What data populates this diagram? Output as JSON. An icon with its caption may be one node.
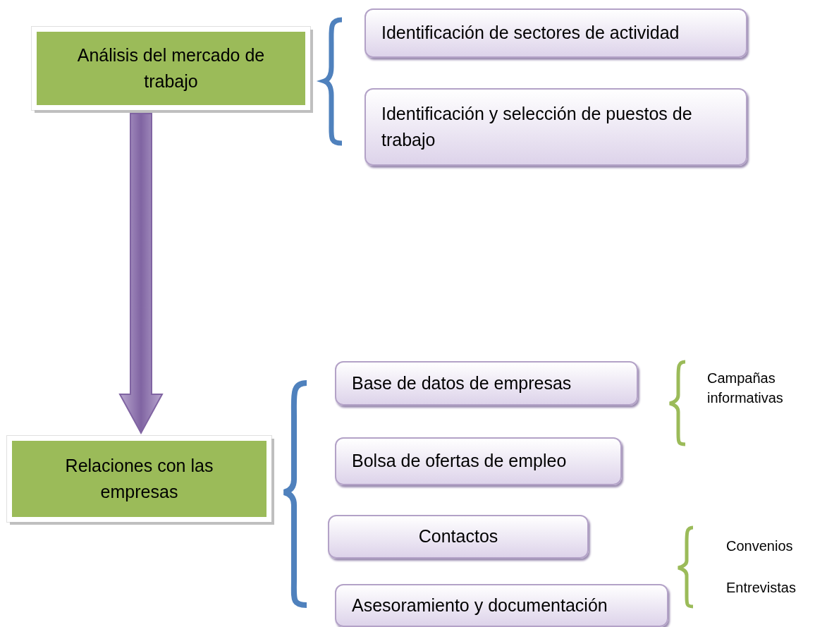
{
  "diagram": {
    "nodes": [
      {
        "text": [
          "Análisis del mercado de trabajo"
        ]
      },
      {
        "text": [
          "Identificación de sectores de actividad"
        ]
      },
      {
        "text": [
          "Identificación y selección de puestos de trabajo"
        ]
      },
      {
        "text": [
          "Relaciones con las empresas"
        ]
      },
      {
        "text": [
          "Base de datos de empresas"
        ]
      },
      {
        "text": [
          "Bolsa de ofertas de empleo"
        ]
      },
      {
        "text": [
          "Contactos"
        ]
      },
      {
        "text": [
          "Asesoramiento y documentación"
        ]
      }
    ],
    "edges": [
      {
        "from": 0,
        "to": 3,
        "arrow": "to",
        "style": "thick",
        "color": "#8064a2"
      }
    ],
    "labels": [
      "Campañas informativas",
      "Convenios",
      "Entrevistas"
    ]
  }
}
